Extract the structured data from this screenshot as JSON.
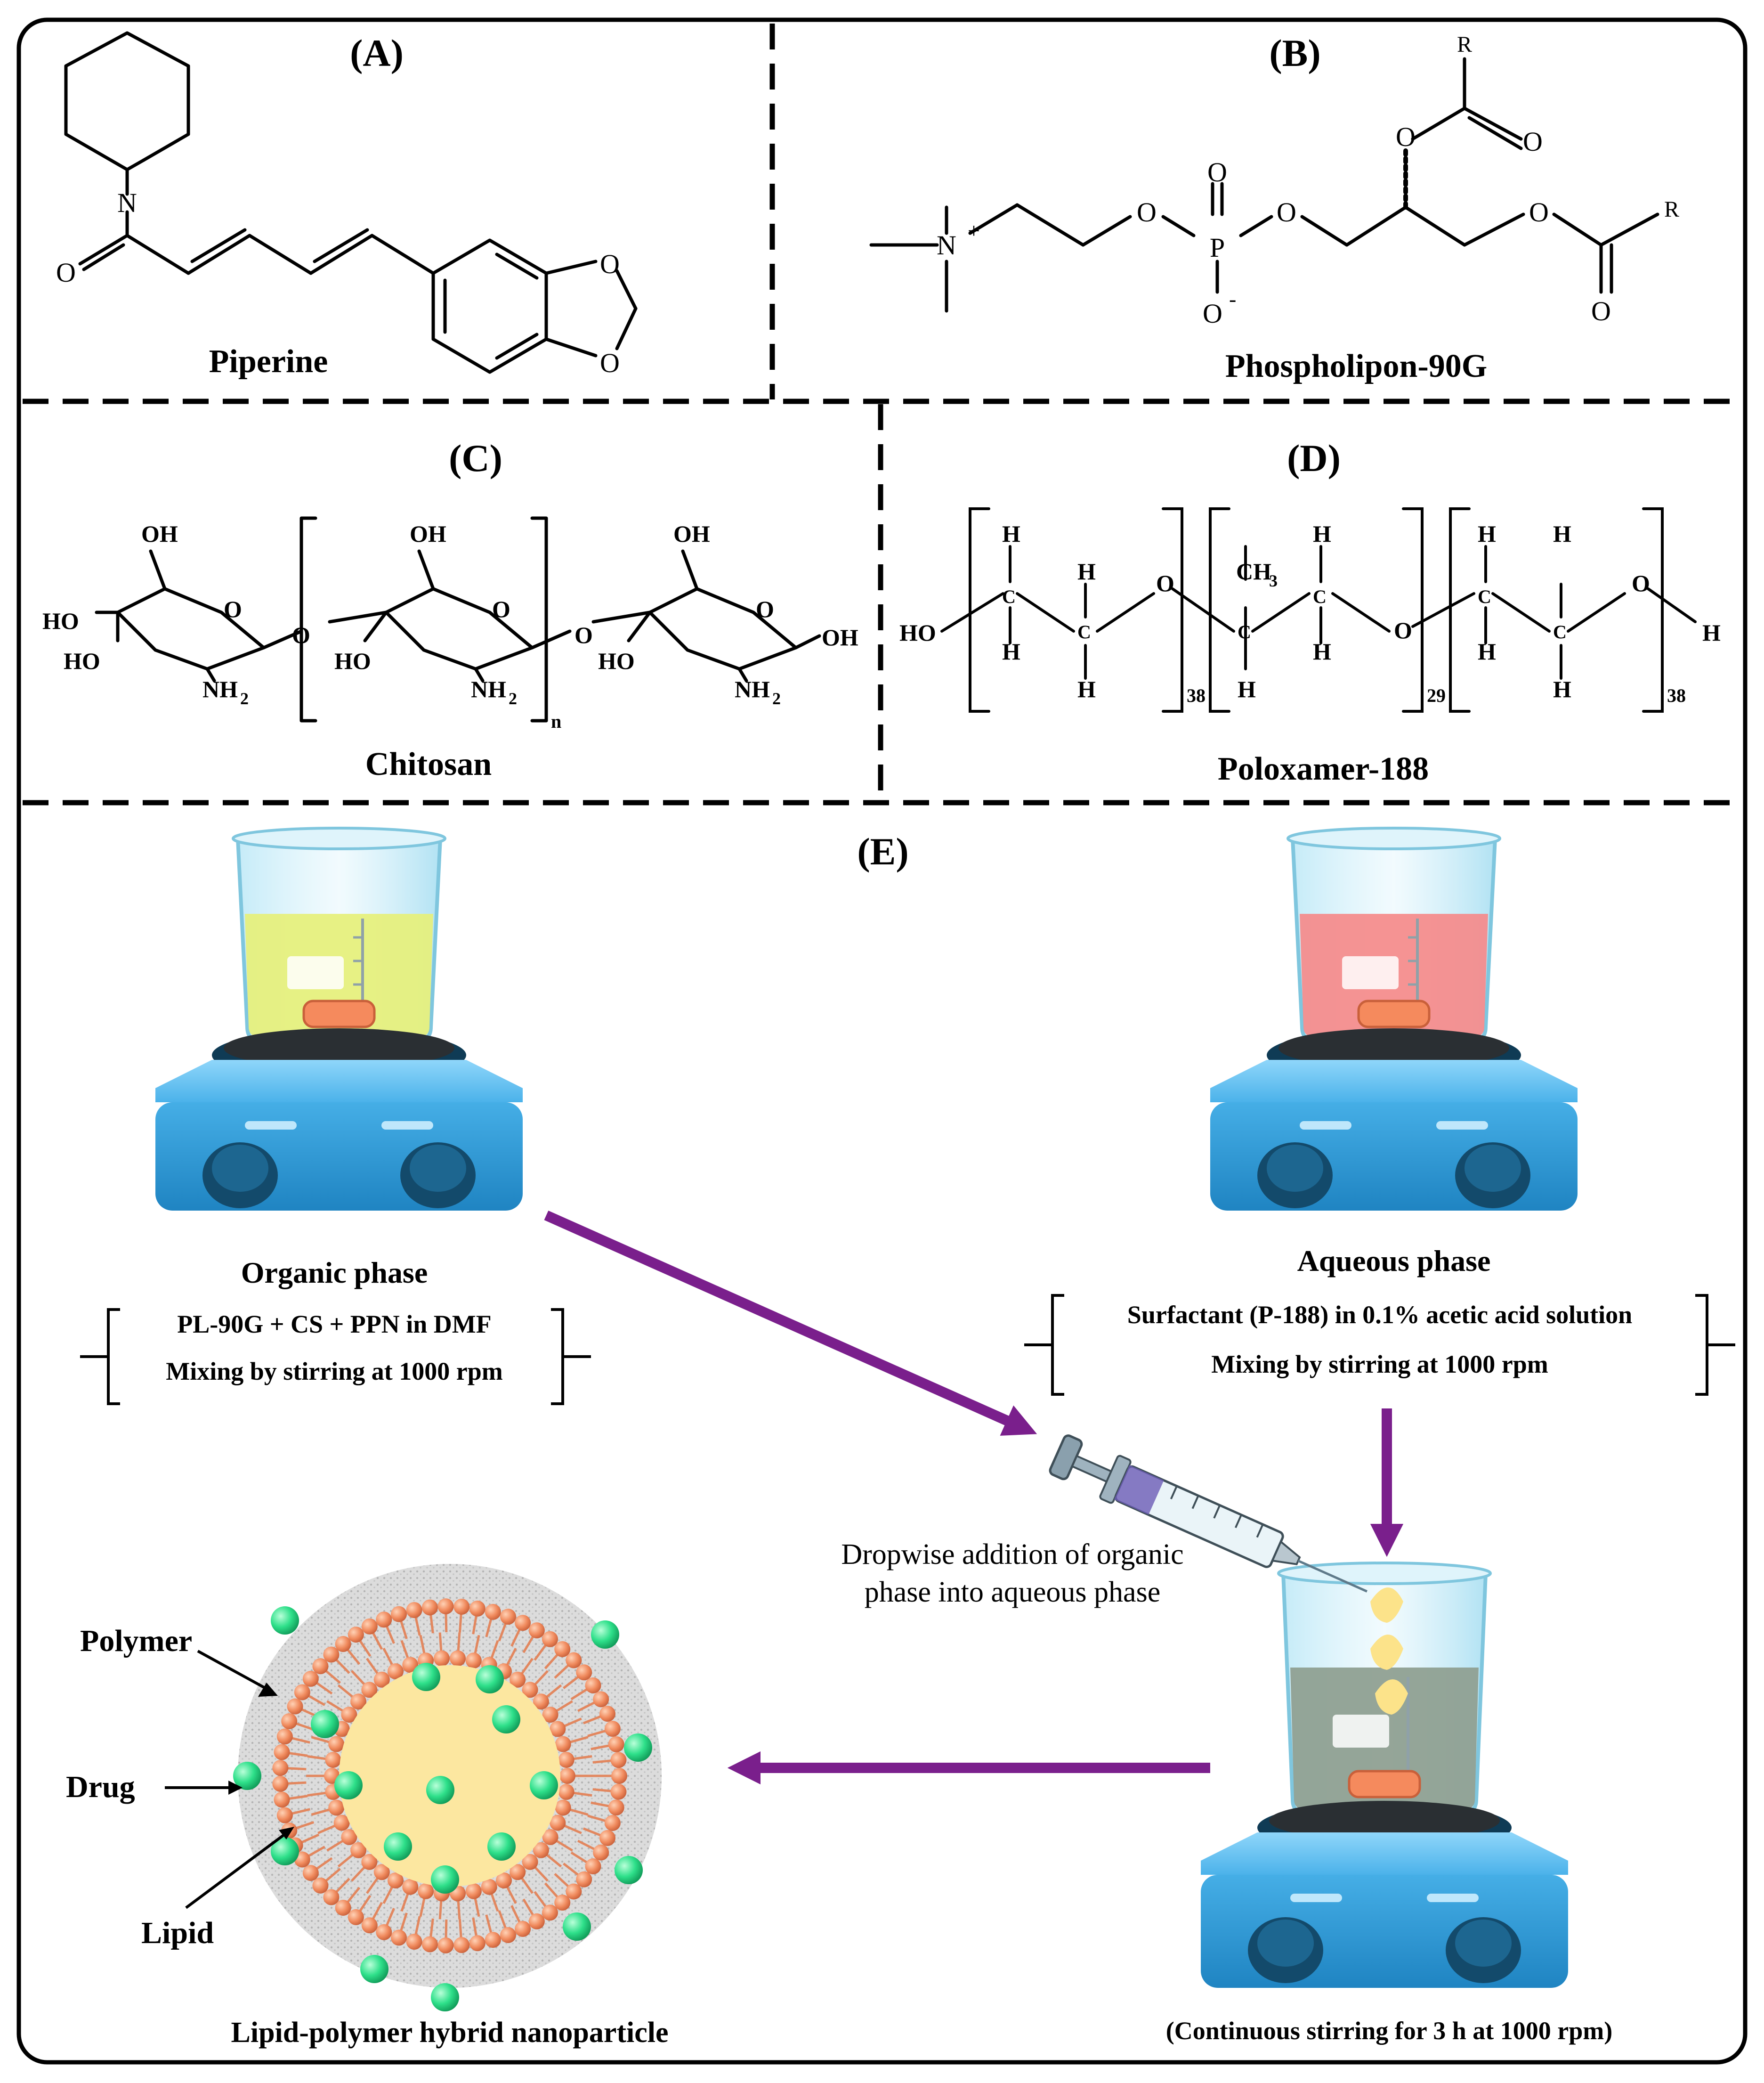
{
  "panels": {
    "a": {
      "label": "(A)",
      "caption": "Piperine",
      "atoms": {
        "n": "N",
        "o_carbonyl": "O",
        "o1": "O",
        "o2": "O"
      }
    },
    "b": {
      "label": "(B)",
      "caption": "Phospholipon-90G",
      "atoms": {
        "n_plus": "N",
        "plus": "+",
        "o1": "O",
        "p": "P",
        "o_top": "O",
        "o_minus": "O",
        "minus": "-",
        "o2": "O",
        "o3": "O",
        "o3b": "O",
        "r1": "R",
        "o4": "O",
        "o5": "O",
        "r2": "R"
      }
    },
    "c": {
      "label": "(C)",
      "caption": "Chitosan",
      "atoms": {
        "oh1": "OH",
        "ho1": "HO",
        "ho2": "HO",
        "o_ring1": "O",
        "nh2_1": "NH",
        "sub2": "2",
        "o_link1": "O",
        "oh2": "OH",
        "ho3": "HO",
        "o_ring2": "O",
        "nh2_2": "NH",
        "sub2b": "2",
        "n_sub": "n",
        "o_link2": "O",
        "oh3": "OH",
        "ho4": "HO",
        "o_ring3": "O",
        "oh4": "OH",
        "nh2_3": "NH",
        "sub2c": "2"
      }
    },
    "d": {
      "label": "(D)",
      "caption": "Poloxamer-188",
      "atoms": {
        "ho": "HO",
        "h": "H",
        "c": "C",
        "o": "O",
        "ch3": "CH",
        "sub3": "3",
        "h_end": "H",
        "n38a": "38",
        "n29": "29",
        "n38b": "38"
      }
    },
    "e": {
      "label": "(E)"
    }
  },
  "organic": {
    "title": "Organic phase",
    "line1": "PL-90G + CS + PPN in DMF",
    "line2": "Mixing by stirring at 1000 rpm",
    "liquid_color": "#e6f07a"
  },
  "aqueous": {
    "title": "Aqueous phase",
    "line1": "Surfactant (P-188) in 0.1% acetic acid solution",
    "line2": "Mixing by stirring at 1000 rpm",
    "liquid_color": "#f58a8a"
  },
  "dropwise": {
    "line1": "Dropwise addition of organic",
    "line2": "phase into aqueous phase"
  },
  "stirring": {
    "caption": "(Continuous stirring for 3 h at 1000 rpm)",
    "liquid_color": "#8fa092"
  },
  "nanoparticle": {
    "caption": "Lipid-polymer  hybrid  nanoparticle",
    "polymer": "Polymer",
    "drug": "Drug",
    "lipid": "Lipid"
  },
  "colors": {
    "arrow": "#7a1f8c",
    "plate": "#3aa6e0",
    "knob": "#134a6b",
    "lipid_head": "#f08a5d",
    "drug_particle": "#2ee08a",
    "core": "#fce7a0",
    "polymer_shell": "#d8d8d8"
  }
}
